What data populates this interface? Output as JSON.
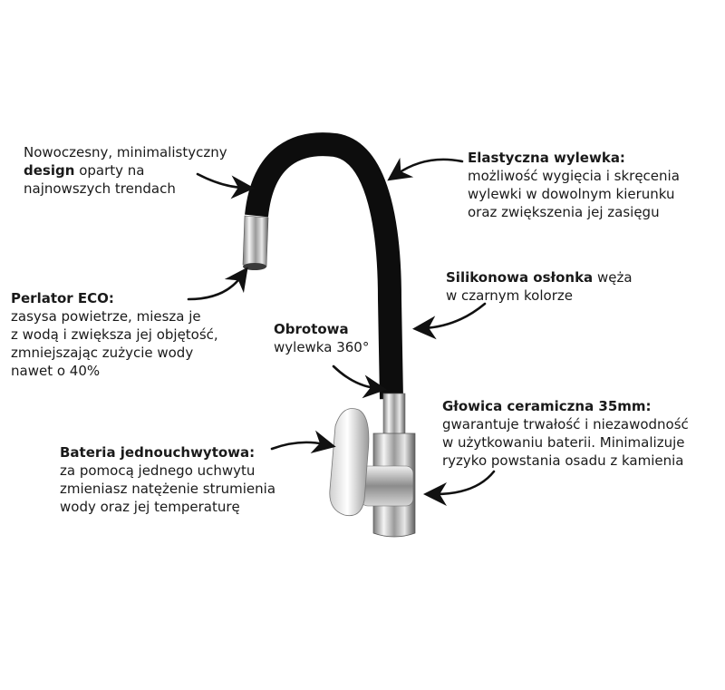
{
  "annotations": {
    "design": {
      "lines": [
        "Nowoczesny, minimalistyczny",
        "oparty na",
        "najnowszych trendach"
      ],
      "bold": "design"
    },
    "elastyczna": {
      "title": "Elastyczna wylewka:",
      "lines": [
        "możliwość wygięcia i skręcenia",
        "wylewki w dowolnym kierunku",
        "oraz zwiększenia jej zasięgu"
      ]
    },
    "perlator": {
      "title": "Perlator ECO:",
      "lines": [
        "zasysa powietrze, miesza je",
        "z wodą i zwiększa jej objętość,",
        "zmniejszając zużycie wody",
        "nawet o 40%"
      ]
    },
    "silikonowa": {
      "title": "Silikonowa osłonka",
      "title_rest": "węża",
      "lines": [
        "w czarnym kolorze"
      ]
    },
    "obrotowa": {
      "title": "Obrotowa",
      "lines": [
        "wylewka 360°"
      ]
    },
    "glowica": {
      "title": "Głowica ceramiczna 35mm:",
      "lines": [
        "gwarantuje trwałość i niezawodność",
        "w użytkowaniu baterii. Minimalizuje",
        "ryzyko powstania osadu z kamienia"
      ]
    },
    "bateria": {
      "title": "Bateria jednouchwytowa:",
      "lines": [
        "za pomocą jednego uchwytu",
        "zmieniasz natężenie strumienia",
        "wody oraz jej temperaturę"
      ]
    }
  },
  "colors": {
    "text": "#1a1a1a",
    "hose": "#0d0d0d",
    "chrome_light": "#f2f2f2",
    "chrome_dark": "#6e6e6e"
  },
  "icons": [
    "curved-arrow-icon",
    "faucet-illustration"
  ]
}
